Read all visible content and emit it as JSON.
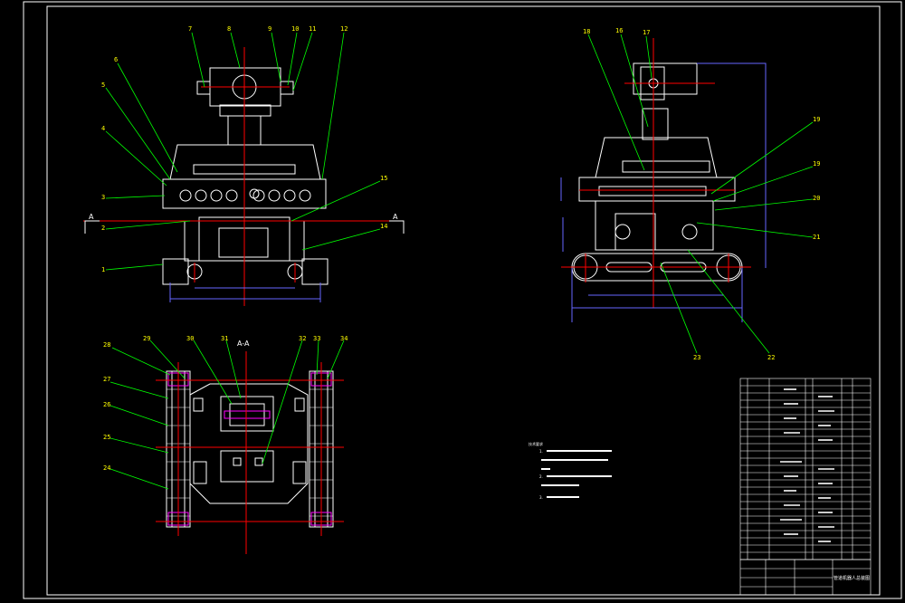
{
  "drawing": {
    "section_label": "A-A",
    "cut_label_left": "A",
    "cut_label_right": "A"
  },
  "front_view": {
    "callouts": [
      "7",
      "8",
      "9",
      "10",
      "11",
      "12",
      "6",
      "5",
      "4",
      "3",
      "2",
      "1",
      "15",
      "14"
    ]
  },
  "side_view": {
    "callouts": [
      "18",
      "16",
      "17",
      "19",
      "19",
      "20",
      "21",
      "23",
      "22"
    ]
  },
  "section_view": {
    "callouts": [
      "28",
      "29",
      "30",
      "31",
      "32",
      "33",
      "34",
      "27",
      "26",
      "25",
      "24"
    ]
  },
  "tech_notes": {
    "heading": "技术要求",
    "lines": [
      "1.",
      "2.",
      "3."
    ]
  },
  "title_block": {
    "name": "管道机器人总装图"
  },
  "colors": {
    "border": "#ffffff",
    "outline": "#ffffff",
    "center_line": "#ff0000",
    "leader": "#00ff00",
    "dimension": "#6666ff",
    "hidden": "#ff00ff",
    "callout_text": "#ffff00"
  }
}
